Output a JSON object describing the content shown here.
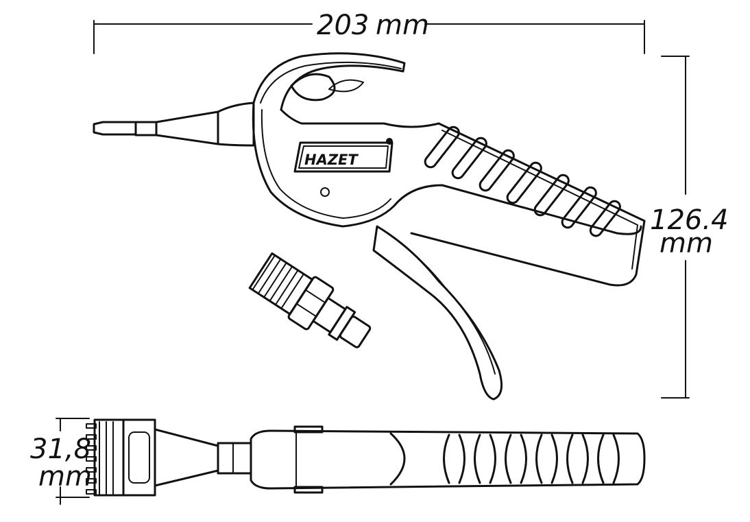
{
  "dimensions": {
    "width": {
      "value": "203",
      "unit": "mm"
    },
    "height": {
      "value": "126.4",
      "unit": "mm"
    },
    "depth": {
      "value": "31,8",
      "unit": "mm"
    }
  },
  "logo": {
    "text": "HAZET"
  },
  "colors": {
    "ink": "#111111",
    "background": "#ffffff"
  }
}
